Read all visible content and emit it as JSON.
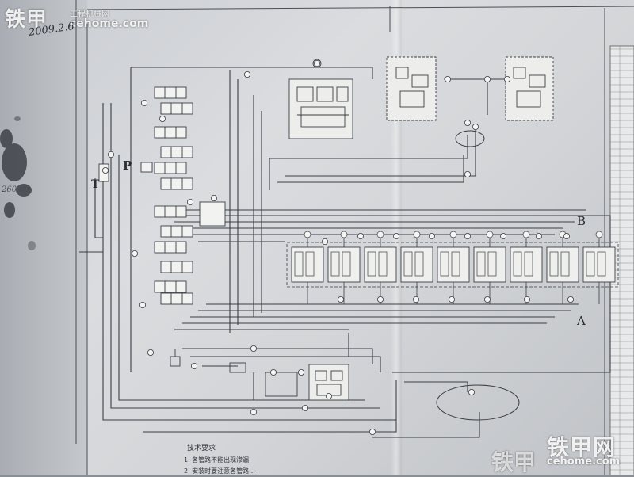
{
  "watermark": {
    "top_left_cn": "铁甲",
    "top_left_sub": "工程机械网",
    "top_left_url": "cehome.com",
    "bottom_right_cn": "铁甲网",
    "bottom_right_url": "cehome.com",
    "bottom_right_logo": "铁甲"
  },
  "handwriting": {
    "date": "2009.2.6",
    "margin_note": "260-8"
  },
  "diagram": {
    "port_p": "P",
    "port_t": "T",
    "port_a": "A",
    "port_b": "B"
  },
  "notes": {
    "title": "技术要求",
    "item_1": "1. 各管路不能出现渗漏",
    "item_2": "2. 安装时要注意各管路..."
  },
  "colors": {
    "paper": "#d6d8db",
    "ink": "#3a3e45"
  }
}
